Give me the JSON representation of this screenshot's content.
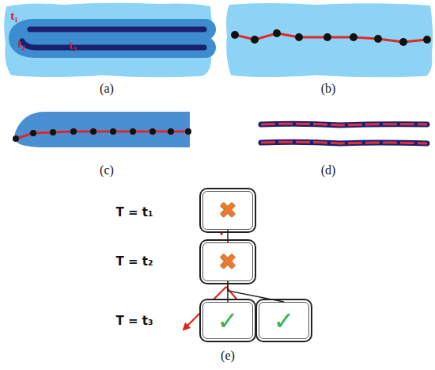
{
  "diagram": {
    "nodes": [
      {
        "text": [
          "✖"
        ]
      },
      {
        "text": [
          "✖"
        ]
      },
      {
        "text": [
          "✓"
        ]
      },
      {
        "text": [
          "✓"
        ]
      }
    ],
    "edges": [
      {
        "from": 0,
        "to": 1,
        "arrow": "none"
      },
      {
        "from": 1,
        "to": 2,
        "arrow": "none"
      },
      {
        "from": 1,
        "to": 3,
        "arrow": "none"
      }
    ],
    "labels": [
      "t₁",
      "t₂",
      "t₃",
      "(a)",
      "(b)",
      "(c)",
      "(d)",
      "T = t₁",
      "T = t₂",
      "T = t₃",
      "(e)"
    ]
  }
}
